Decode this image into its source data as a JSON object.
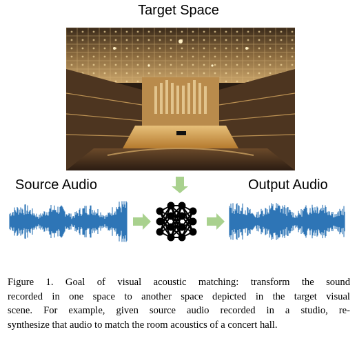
{
  "figure": {
    "target_title": "Target Space",
    "source_label": "Source Audio",
    "output_label": "Output Audio",
    "colors": {
      "waveform": "#2e75b6",
      "arrow": "#a9d18e",
      "network": "#000000"
    },
    "photo_description_icon": "concert-hall-photo",
    "network_icon": "neural-network-icon"
  },
  "caption": {
    "lines": [
      "Figure 1. Goal of visual acoustic matching: transform the sound",
      "recorded in one space to another space depicted in the target visual",
      "scene. For example, given source audio recorded in a studio, re-",
      "synthesize that audio to match the room acoustics of a concert hall."
    ]
  }
}
